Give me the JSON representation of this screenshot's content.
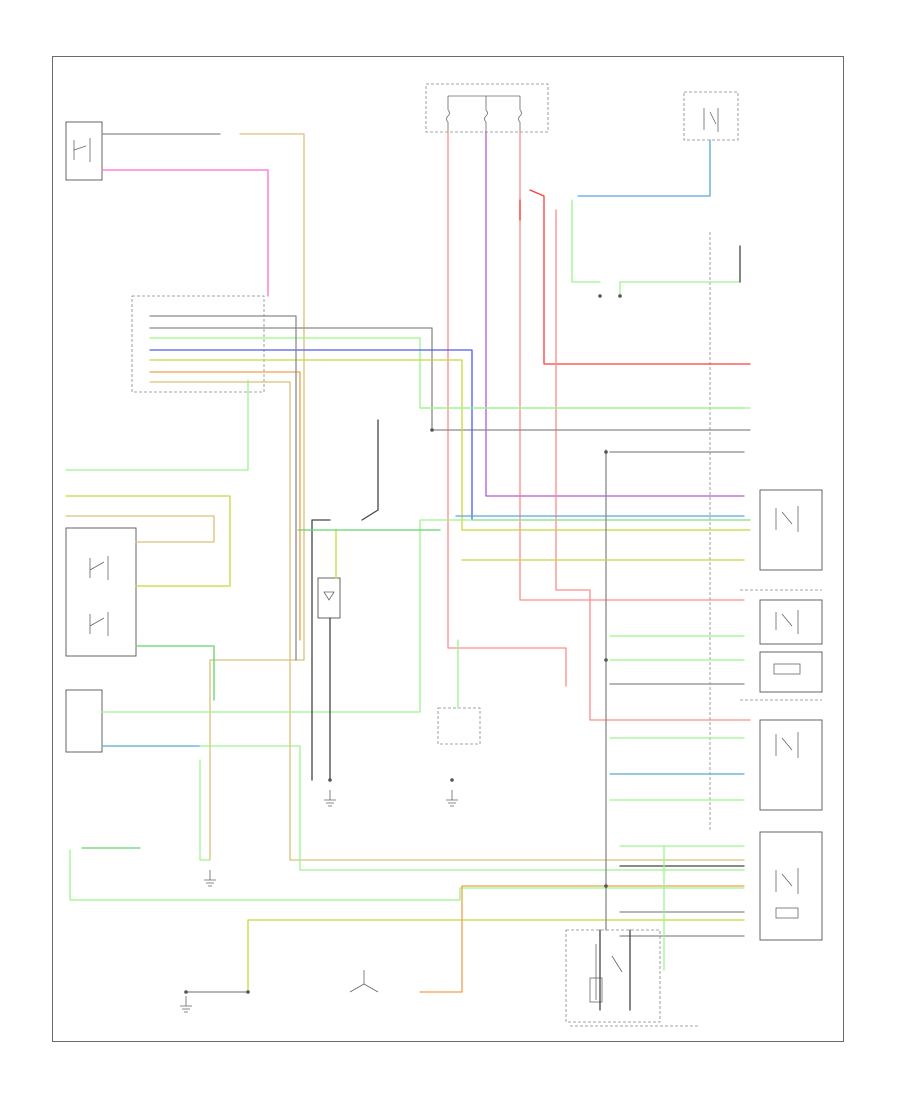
{
  "diagram": {
    "title": "",
    "footer_code": "",
    "colors": {
      "red": "#ff3b3b",
      "pink": "#ff8a8a",
      "purple": "#b25bd8",
      "blue": "#4c5cf0",
      "light_blue": "#58a9d6",
      "light_green": "#9cf58c",
      "green": "#63d46a",
      "yellow_green": "#c8d83a",
      "orange": "#f2a04a",
      "tan": "#d9c07a",
      "magenta": "#ff6ad5",
      "gray": "#8a8a8a",
      "black": "#444444"
    },
    "components": [
      {
        "id": "auto-headlamp-module",
        "label": ""
      },
      {
        "id": "hot-at-all-times-fuse-box",
        "label": ""
      },
      {
        "id": "battery-junction-box",
        "label": ""
      },
      {
        "id": "auto-dim-mirror-relay",
        "label": ""
      },
      {
        "id": "powertrain-control-module",
        "label": ""
      },
      {
        "id": "dual-pressure-switch",
        "label": ""
      },
      {
        "id": "blower-motor-switch",
        "label": ""
      },
      {
        "id": "ac-clutch-relay",
        "label": ""
      },
      {
        "id": "ac-clutch-diode",
        "label": ""
      },
      {
        "id": "ac-clutch-field-coil",
        "label": ""
      },
      {
        "id": "blower-motor-resistor",
        "label": ""
      },
      {
        "id": "blower-motor",
        "label": ""
      },
      {
        "id": "wot-ac-cutoff-relay",
        "label": ""
      },
      {
        "id": "fan-relay-high",
        "label": ""
      },
      {
        "id": "fan-relay-low",
        "label": ""
      },
      {
        "id": "cooling-fan-controller",
        "label": ""
      },
      {
        "id": "ground-g100",
        "label": ""
      },
      {
        "id": "ground-g101",
        "label": ""
      },
      {
        "id": "ground-g200",
        "label": ""
      },
      {
        "id": "ground-g300",
        "label": ""
      }
    ]
  }
}
